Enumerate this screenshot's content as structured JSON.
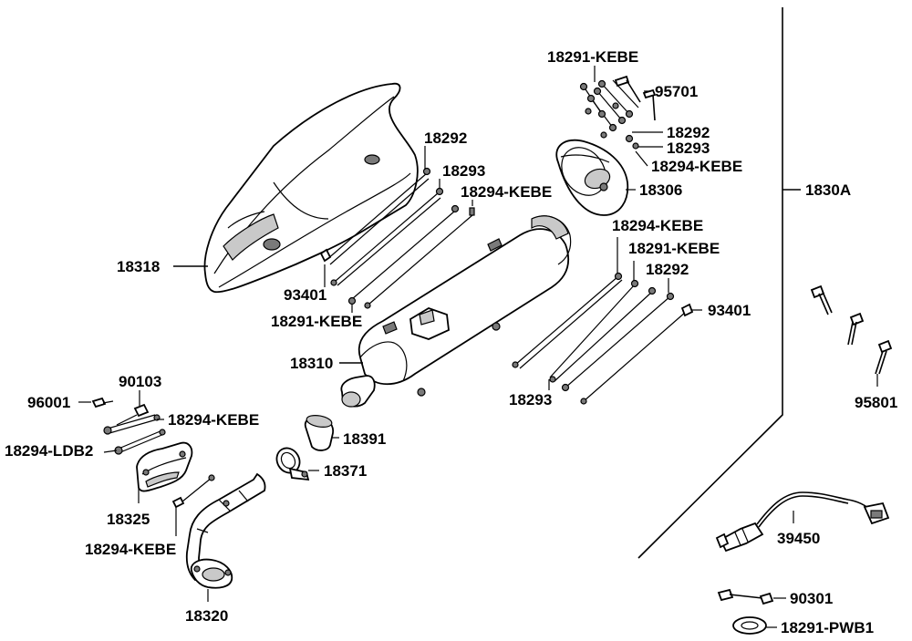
{
  "labels": {
    "l18291_kebe_top": "18291-KEBE",
    "l95701": "95701",
    "l18292_top": "18292",
    "l18293_top": "18293",
    "l18294_kebe_top": "18294-KEBE",
    "l18306": "18306",
    "l1830A": "1830A",
    "l18292_mid": "18292",
    "l18293_mid": "18293",
    "l18294_kebe_mid": "18294-KEBE",
    "l18318": "18318",
    "l93401_left": "93401",
    "l18291_kebe_left": "18291-KEBE",
    "l18294_kebe_right": "18294-KEBE",
    "l18291_kebe_right": "18291-KEBE",
    "l18292_right": "18292",
    "l93401_right": "93401",
    "l18293_right": "18293",
    "l18310": "18310",
    "l90103": "90103",
    "l96001": "96001",
    "l18294_kebe_bl": "18294-KEBE",
    "l18294_ldb2": "18294-LDB2",
    "l18391": "18391",
    "l18371": "18371",
    "l18325": "18325",
    "l18294_kebe_low": "18294-KEBE",
    "l18320": "18320",
    "l95801": "95801",
    "l39450": "39450",
    "l90301": "90301",
    "l18291_pwb1": "18291-PWB1"
  }
}
